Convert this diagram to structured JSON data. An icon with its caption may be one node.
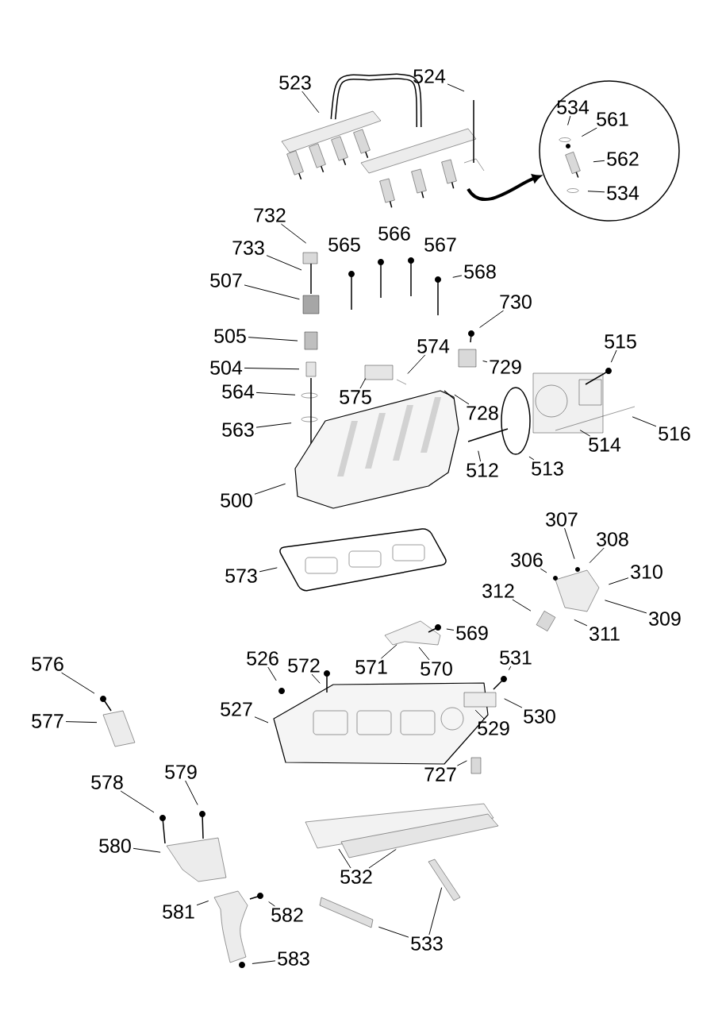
{
  "diagram": {
    "nodes": [
      {
        "text": [
          "523"
        ]
      },
      {
        "text": [
          "524"
        ]
      },
      {
        "text": [],
        "shape": "circle"
      },
      {
        "text": [
          "534"
        ],
        "in": 2
      },
      {
        "text": [
          "561"
        ],
        "in": 2
      },
      {
        "text": [
          "562"
        ],
        "in": 2
      },
      {
        "text": [
          "534"
        ],
        "in": 2
      },
      {
        "text": [
          "732"
        ]
      },
      {
        "text": [
          "568"
        ]
      },
      {
        "text": [
          "733"
        ]
      },
      {
        "text": [
          "507"
        ]
      },
      {
        "text": [
          "730"
        ]
      },
      {
        "text": [
          "505"
        ]
      },
      {
        "text": [
          "515"
        ]
      },
      {
        "text": [
          "729"
        ]
      },
      {
        "text": [
          "574"
        ]
      },
      {
        "text": [
          "504"
        ]
      },
      {
        "text": [
          "564"
        ]
      },
      {
        "text": [
          "575"
        ]
      },
      {
        "text": [
          "728"
        ]
      },
      {
        "text": [
          "563"
        ]
      },
      {
        "text": [
          "516"
        ]
      },
      {
        "text": [
          "514"
        ]
      },
      {
        "text": [
          "513"
        ]
      },
      {
        "text": [
          "512"
        ]
      },
      {
        "text": [
          "500"
        ]
      },
      {
        "text": [
          "307"
        ]
      },
      {
        "text": [
          "308"
        ]
      },
      {
        "text": [
          "306"
        ]
      },
      {
        "text": [
          "310"
        ]
      },
      {
        "text": [
          "573"
        ]
      },
      {
        "text": [
          "312"
        ]
      },
      {
        "text": [
          "309"
        ]
      },
      {
        "text": [
          "569"
        ]
      },
      {
        "text": [
          "311"
        ]
      },
      {
        "text": [
          "571"
        ]
      },
      {
        "text": [
          "576"
        ]
      },
      {
        "text": [
          "526"
        ]
      },
      {
        "text": [
          "572"
        ]
      },
      {
        "text": [
          "570"
        ]
      },
      {
        "text": [
          "531"
        ]
      },
      {
        "text": [
          "527"
        ]
      },
      {
        "text": [
          "577"
        ]
      },
      {
        "text": [
          "530"
        ]
      },
      {
        "text": [
          "529"
        ]
      },
      {
        "text": [
          "727"
        ]
      },
      {
        "text": [
          "579"
        ]
      },
      {
        "text": [
          "578"
        ]
      },
      {
        "text": [
          "580"
        ]
      },
      {
        "text": [
          "532"
        ]
      },
      {
        "text": [
          "581"
        ]
      },
      {
        "text": [
          "582"
        ]
      },
      {
        "text": [
          "533"
        ]
      },
      {
        "text": [
          "583"
        ]
      }
    ],
    "edges": [
      {
        "from": 0,
        "to": null,
        "arrow": "none"
      },
      {
        "from": 1,
        "to": null,
        "arrow": "none"
      },
      {
        "from": 3,
        "to": null,
        "arrow": "none"
      },
      {
        "from": 4,
        "to": null,
        "arrow": "none"
      },
      {
        "from": 5,
        "to": null,
        "arrow": "none"
      },
      {
        "from": 6,
        "to": null,
        "arrow": "none"
      },
      {
        "from": 7,
        "to": null,
        "arrow": "none"
      },
      {
        "from": 8,
        "to": null,
        "arrow": "none"
      },
      {
        "from": 9,
        "to": null,
        "arrow": "none"
      },
      {
        "from": 10,
        "to": null,
        "arrow": "none"
      },
      {
        "from": 11,
        "to": null,
        "arrow": "none"
      },
      {
        "from": 12,
        "to": null,
        "arrow": "none"
      },
      {
        "from": 13,
        "to": null,
        "arrow": "none"
      },
      {
        "from": 14,
        "to": null,
        "arrow": "none"
      },
      {
        "from": 15,
        "to": null,
        "arrow": "none"
      },
      {
        "from": 16,
        "to": null,
        "arrow": "none"
      },
      {
        "from": 17,
        "to": null,
        "arrow": "none"
      },
      {
        "from": 18,
        "to": null,
        "arrow": "none"
      },
      {
        "from": 19,
        "to": null,
        "arrow": "none"
      },
      {
        "from": 20,
        "to": null,
        "arrow": "none"
      },
      {
        "from": 21,
        "to": null,
        "arrow": "none"
      },
      {
        "from": 22,
        "to": null,
        "arrow": "none"
      },
      {
        "from": 23,
        "to": null,
        "arrow": "none"
      },
      {
        "from": 24,
        "to": null,
        "arrow": "none"
      },
      {
        "from": 25,
        "to": null,
        "arrow": "none"
      },
      {
        "from": 26,
        "to": null,
        "arrow": "none"
      },
      {
        "from": 27,
        "to": null,
        "arrow": "none"
      },
      {
        "from": 28,
        "to": null,
        "arrow": "none"
      },
      {
        "from": 29,
        "to": null,
        "arrow": "none"
      },
      {
        "from": 30,
        "to": null,
        "arrow": "none"
      },
      {
        "from": 31,
        "to": null,
        "arrow": "none"
      },
      {
        "from": 32,
        "to": null,
        "arrow": "none"
      },
      {
        "from": 33,
        "to": null,
        "arrow": "none"
      },
      {
        "from": 34,
        "to": null,
        "arrow": "none"
      },
      {
        "from": 35,
        "to": null,
        "arrow": "none"
      },
      {
        "from": 36,
        "to": null,
        "arrow": "none"
      },
      {
        "from": 37,
        "to": null,
        "arrow": "none"
      },
      {
        "from": 38,
        "to": null,
        "arrow": "none"
      },
      {
        "from": 39,
        "to": null,
        "arrow": "none"
      },
      {
        "from": 40,
        "to": null,
        "arrow": "none"
      },
      {
        "from": 41,
        "to": null,
        "arrow": "none"
      },
      {
        "from": 42,
        "to": null,
        "arrow": "none"
      },
      {
        "from": 43,
        "to": null,
        "arrow": "none"
      },
      {
        "from": 44,
        "to": null,
        "arrow": "none"
      },
      {
        "from": 45,
        "to": null,
        "arrow": "none"
      },
      {
        "from": 46,
        "to": null,
        "arrow": "none"
      },
      {
        "from": 47,
        "to": null,
        "arrow": "none"
      },
      {
        "from": 48,
        "to": null,
        "arrow": "none"
      },
      {
        "from": 49,
        "to": null,
        "arrow": "none"
      },
      {
        "from": 49,
        "to": null,
        "arrow": "none"
      },
      {
        "from": 50,
        "to": null,
        "arrow": "none"
      },
      {
        "from": 51,
        "to": null,
        "arrow": "none"
      },
      {
        "from": 52,
        "to": null,
        "arrow": "none"
      },
      {
        "from": 52,
        "to": null,
        "arrow": "none"
      },
      {
        "from": 53,
        "to": null,
        "arrow": "none"
      },
      {
        "from": null,
        "to": 2,
        "arrow": "to",
        "style": "thick"
      }
    ],
    "labels": [
      "565",
      "566",
      "567"
    ]
  }
}
